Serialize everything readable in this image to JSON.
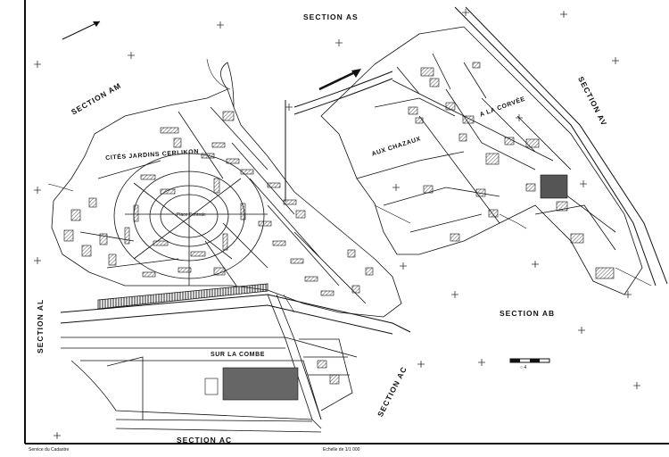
{
  "map": {
    "sections": {
      "as": "SECTION AS",
      "am": "SECTION AM",
      "av": "SECTION AV",
      "al": "SECTION AL",
      "ab": "SECTION AB",
      "ac_right": "SECTION AC",
      "ac_bottom": "SECTION AC"
    },
    "localities": {
      "cites_jardins": "CITÉS JARDINS CERLIKON",
      "aux_chazaux": "AUX CHAZAUX",
      "la_corvee": "A LA CORVÉE",
      "sur_la_combe": "SUR LA COMBE",
      "place_centrale": "Place Centrale"
    },
    "footer": {
      "service": "Service du Cadastre",
      "scale": "Echelle de 1/1 000"
    },
    "colors": {
      "ink": "#111111",
      "paper": "#ffffff",
      "hatch": "#555555"
    },
    "icons": [
      "north-arrow-icon",
      "scale-bar-icon",
      "grid-cross-icon"
    ]
  }
}
